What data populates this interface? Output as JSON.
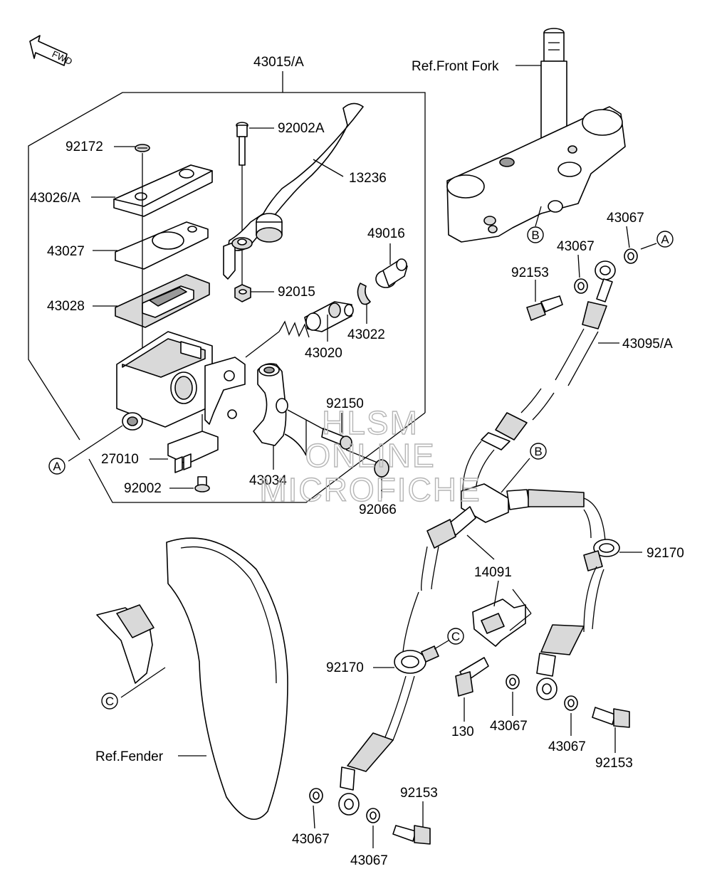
{
  "fwd_label": "FWD",
  "watermark": [
    "HLSM",
    "ONLINE",
    "MICROFICHE"
  ],
  "refs": {
    "front_fork": "Ref.Front Fork",
    "fender": "Ref.Fender"
  },
  "callouts": [
    "A",
    "B",
    "C"
  ],
  "part_numbers": {
    "p43015A": "43015/A",
    "p92172": "92172",
    "p92002A": "92002A",
    "p13236": "13236",
    "p43026A": "43026/A",
    "p43027": "43027",
    "p49016": "49016",
    "p92015": "92015",
    "p43028": "43028",
    "p43022": "43022",
    "p43020": "43020",
    "p92150": "92150",
    "p27010": "27010",
    "p92002": "92002",
    "p43034": "43034",
    "p92066": "92066",
    "p43067": "43067",
    "p92153": "92153",
    "p43095A": "43095/A",
    "p92170": "92170",
    "p14091": "14091",
    "p130": "130"
  }
}
